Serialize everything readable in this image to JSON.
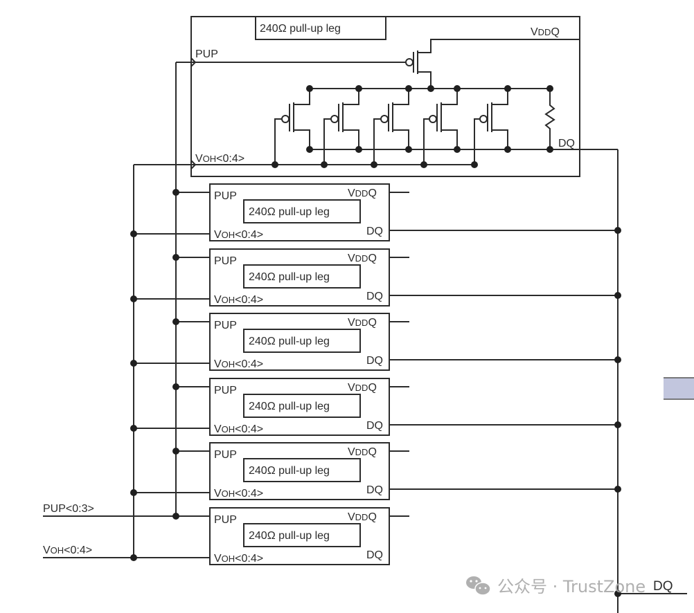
{
  "diagram": {
    "top_leg": {
      "title": "240Ω pull-up leg",
      "vddq_label": {
        "main": "V",
        "sub": "DD",
        "tail": "Q"
      },
      "pup_label": "PUP",
      "voh_label": {
        "main": "V",
        "sub": "OH",
        "tail": "<0:4>"
      },
      "dq_label": "DQ",
      "pmos_count": 5,
      "resistor": true
    },
    "legs": [
      {
        "title": "240Ω  pull-up leg",
        "pup": "PUP",
        "voh": {
          "main": "V",
          "sub": "OH",
          "tail": "<0:4>"
        },
        "vddq": {
          "main": "V",
          "sub": "DD",
          "tail": "Q"
        },
        "dq": "DQ"
      },
      {
        "title": "240Ω pull-up leg",
        "pup": "PUP",
        "voh": {
          "main": "V",
          "sub": "OH",
          "tail": "<0:4>"
        },
        "vddq": {
          "main": "V",
          "sub": "DD",
          "tail": "Q"
        },
        "dq": "DQ"
      },
      {
        "title": "240Ω pull-up leg",
        "pup": "PUP",
        "voh": {
          "main": "V",
          "sub": "OH",
          "tail": "<0:4>"
        },
        "vddq": {
          "main": "V",
          "sub": "DD",
          "tail": "Q"
        },
        "dq": "DQ"
      },
      {
        "title": "240Ω pull-up leg",
        "pup": "PUP",
        "voh": {
          "main": "V",
          "sub": "OH",
          "tail": "<0:4>"
        },
        "vddq": {
          "main": "V",
          "sub": "DD",
          "tail": "Q"
        },
        "dq": "DQ"
      },
      {
        "title": "240Ω pull-up leg",
        "pup": "PUP",
        "voh": {
          "main": "V",
          "sub": "OH",
          "tail": "<0:4>"
        },
        "vddq": {
          "main": "V",
          "sub": "DD",
          "tail": "Q"
        },
        "dq": "DQ"
      },
      {
        "title": "240Ω pull-up leg",
        "pup": "PUP",
        "voh": {
          "main": "V",
          "sub": "OH",
          "tail": "<0:4>"
        },
        "vddq": {
          "main": "V",
          "sub": "DD",
          "tail": "Q"
        },
        "dq": "DQ"
      }
    ],
    "inputs": {
      "pup_bus": "PUP<0:3>",
      "voh_bus": {
        "main": "V",
        "sub": "OH",
        "tail": "<0:4>"
      }
    },
    "output": {
      "dq": "DQ"
    }
  },
  "watermark": {
    "icon": "wechat-icon",
    "text": "公众号 · TrustZone"
  },
  "colors": {
    "line": "#2b2b2b",
    "side_tab": "#c2c6de",
    "watermark": "#a8a8a8"
  }
}
